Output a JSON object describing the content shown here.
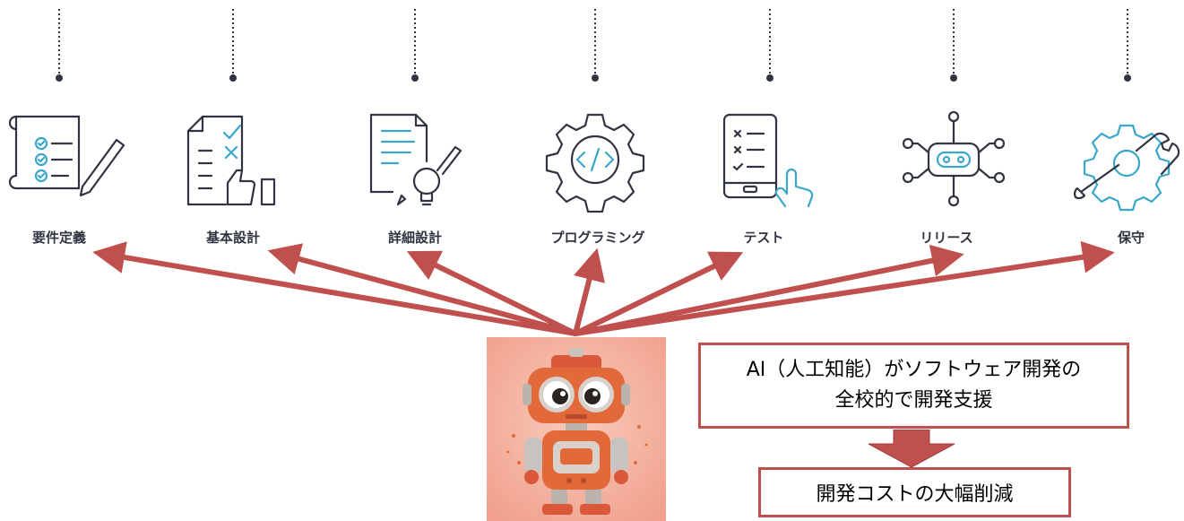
{
  "phases": [
    {
      "label": "要件定義",
      "icon": "requirements-checklist-pencil-icon"
    },
    {
      "label": "基本設計",
      "icon": "document-thumbs-up-icon"
    },
    {
      "label": "詳細設計",
      "icon": "document-lightbulb-pencil-icon"
    },
    {
      "label": "プログラミング",
      "icon": "gear-code-icon"
    },
    {
      "label": "テスト",
      "icon": "tablet-checklist-touch-icon"
    },
    {
      "label": "リリース",
      "icon": "robot-network-icon"
    },
    {
      "label": "保守",
      "icon": "gear-wrench-icon"
    }
  ],
  "callout": {
    "line1": "AI（人工知能）がソフトウェア開発の",
    "line2": "全校的で開発支援"
  },
  "result": {
    "text": "開発コストの大幅削減"
  },
  "colors": {
    "arrow": "#c0504d",
    "label": "#2f3440",
    "icon_stroke": "#2f3440",
    "icon_accent": "#3aa6c9",
    "robot_bg": "#f4b5a4",
    "robot_body": "#e2693a"
  },
  "robot": {
    "icon": "orange-robot-illustration"
  }
}
